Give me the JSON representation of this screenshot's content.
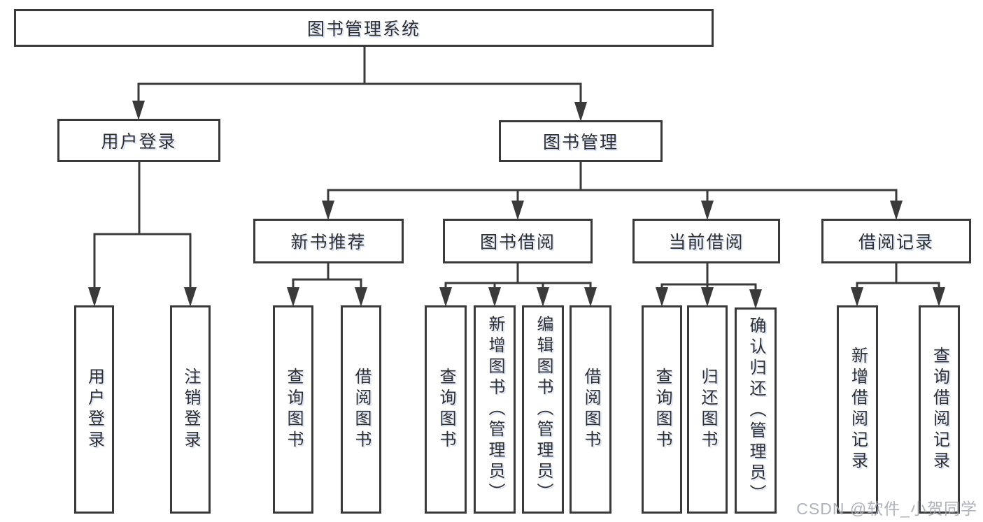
{
  "diagram_title": "图书管理系统",
  "watermark": {
    "text": "CSDN @软件_小贺同学"
  },
  "colors": {
    "line": "#3a3a3a",
    "box_border": "#3a3a3a",
    "box_fill": "#ffffff",
    "text": "#2e2e2e",
    "watermark": "#a5aab4",
    "background": "#ffffff"
  },
  "tree": {
    "root": {
      "label": "图书管理系统",
      "children": [
        {
          "label": "用户登录",
          "children": [
            {
              "label": "用户登录"
            },
            {
              "label": "注销登录"
            }
          ]
        },
        {
          "label": "图书管理",
          "children": [
            {
              "label": "新书推荐",
              "children": [
                {
                  "label": "查询图书"
                },
                {
                  "label": "借阅图书"
                }
              ]
            },
            {
              "label": "图书借阅",
              "children": [
                {
                  "label": "查询图书"
                },
                {
                  "label": "新增图书（管理员）"
                },
                {
                  "label": "编辑图书（管理员）"
                },
                {
                  "label": "借阅图书"
                }
              ]
            },
            {
              "label": "当前借阅",
              "children": [
                {
                  "label": "查询图书"
                },
                {
                  "label": "归还图书"
                },
                {
                  "label": "确认归还（管理员）"
                }
              ]
            },
            {
              "label": "借阅记录",
              "children": [
                {
                  "label": "新增借阅记录"
                },
                {
                  "label": "查询借阅记录"
                }
              ]
            }
          ]
        }
      ]
    }
  }
}
